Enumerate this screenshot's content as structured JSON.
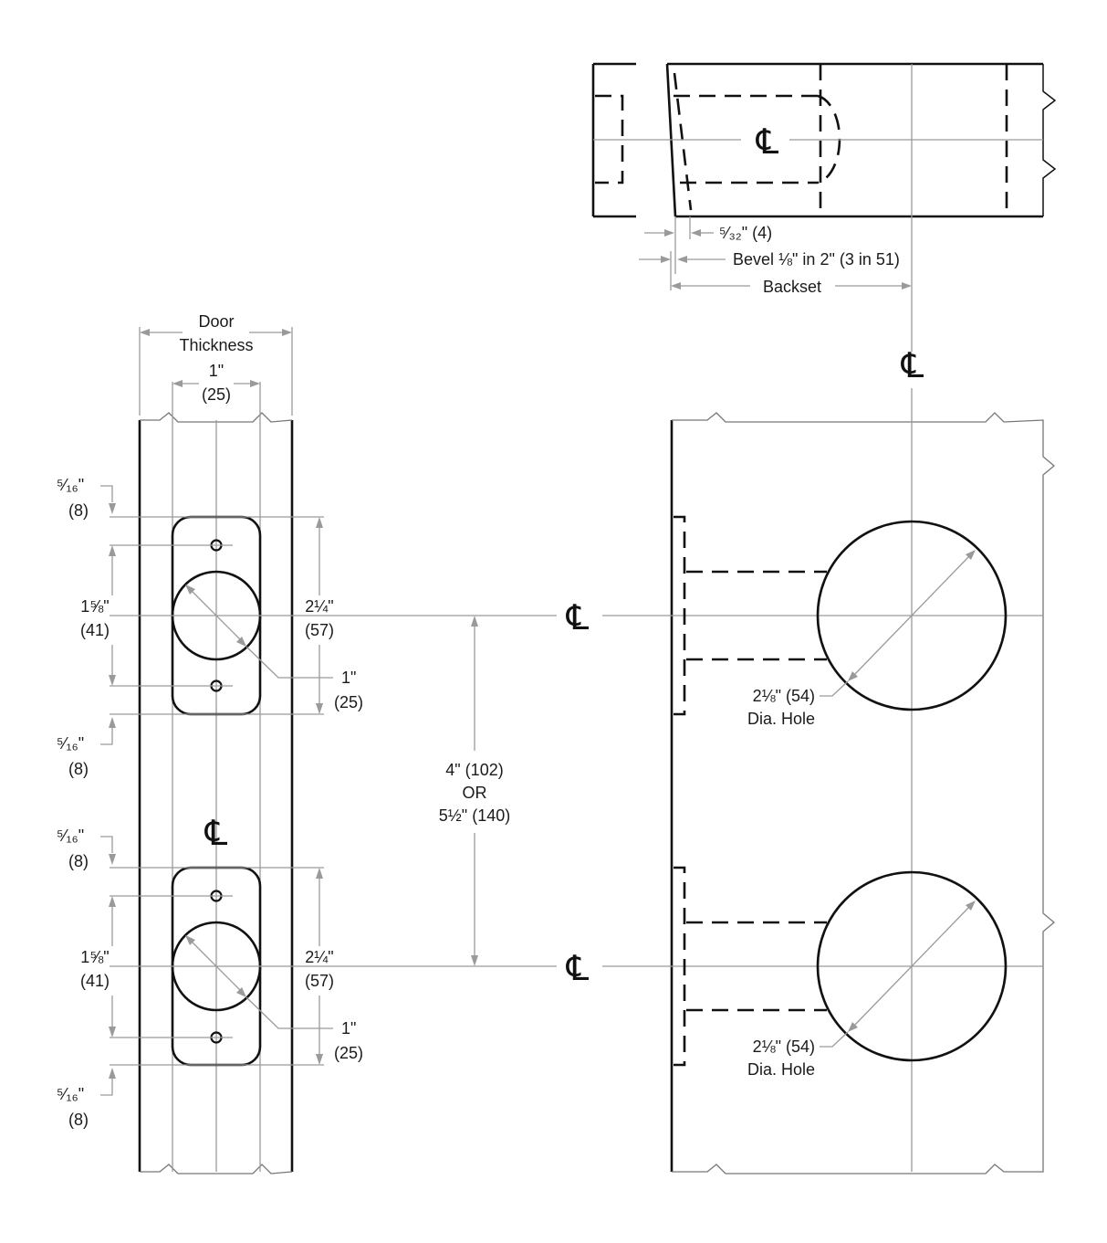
{
  "top_view": {
    "bevel_small": "⁵⁄₃₂\" (4)",
    "bevel_label": "Bevel ⅛\" in 2\" (3 in 51)",
    "backset": "Backset",
    "centerline": "℄"
  },
  "side_view": {
    "door_thickness_line1": "Door",
    "door_thickness_line2": "Thickness",
    "width_1in": "1\"",
    "width_1in_mm": "(25)",
    "upper": {
      "offset_top": "⁵⁄₁₆\"",
      "offset_top_mm": "(8)",
      "span": "1⅝\"",
      "span_mm": "(41)",
      "height": "2¼\"",
      "height_mm": "(57)",
      "hole": "1\"",
      "hole_mm": "(25)",
      "offset_bottom": "⁵⁄₁₆\"",
      "offset_bottom_mm": "(8)"
    },
    "lower": {
      "offset_top": "⁵⁄₁₆\"",
      "offset_top_mm": "(8)",
      "span": "1⅝\"",
      "span_mm": "(41)",
      "height": "2¼\"",
      "height_mm": "(57)",
      "hole": "1\"",
      "hole_mm": "(25)",
      "offset_bottom": "⁵⁄₁₆\"",
      "offset_bottom_mm": "(8)"
    },
    "centerline": "℄"
  },
  "spacing": {
    "line1": "4\" (102)",
    "line2": "OR",
    "line3": "5½\" (140)"
  },
  "face_view": {
    "upper_hole": "2⅛\" (54)",
    "upper_hole_desc": "Dia. Hole",
    "lower_hole": "2⅛\" (54)",
    "lower_hole_desc": "Dia. Hole",
    "centerline": "℄"
  }
}
